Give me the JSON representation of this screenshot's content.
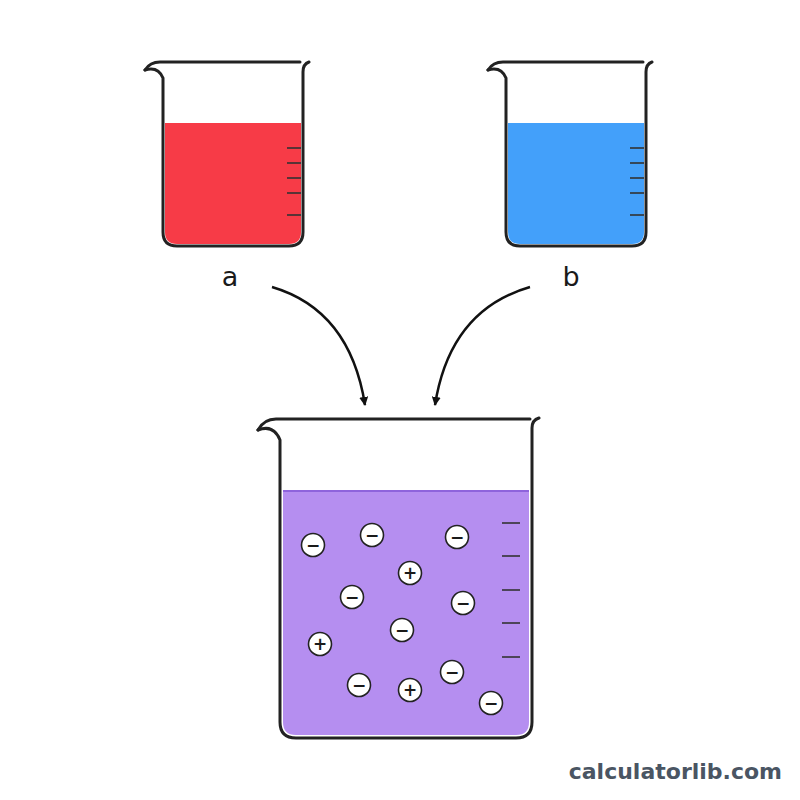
{
  "diagram": {
    "nodes": [
      {
        "text": [
          "−"
        ]
      },
      {
        "text": [
          "−"
        ]
      },
      {
        "text": [
          "−"
        ]
      },
      {
        "text": [
          "+"
        ]
      },
      {
        "text": [
          "−"
        ]
      },
      {
        "text": [
          "−"
        ]
      },
      {
        "text": [
          "−"
        ]
      },
      {
        "text": [
          "+"
        ]
      },
      {
        "text": [
          "−"
        ]
      },
      {
        "text": [
          "−"
        ]
      },
      {
        "text": [
          "+"
        ]
      },
      {
        "text": [
          "−"
        ]
      }
    ],
    "labels": [
      "a",
      "b",
      "calculatorlib.com"
    ]
  }
}
